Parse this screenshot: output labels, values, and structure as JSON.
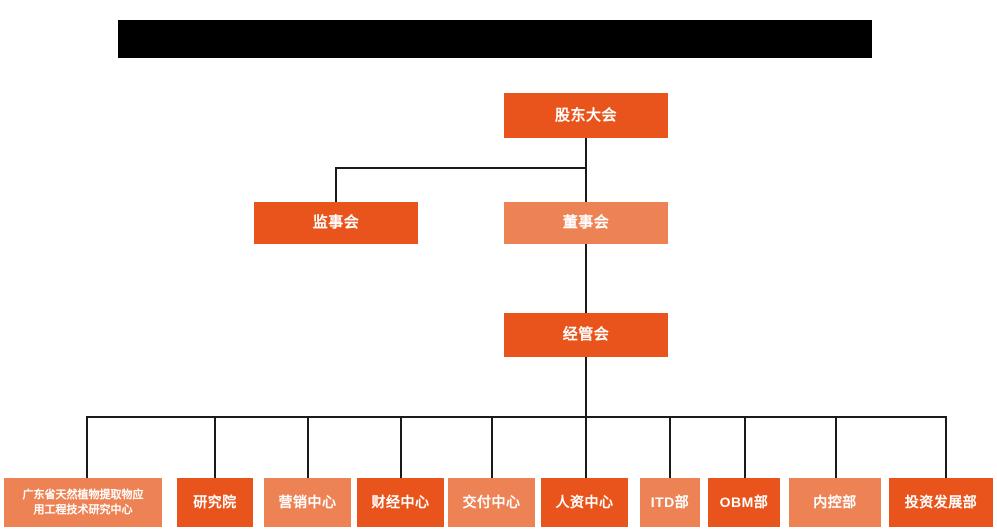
{
  "header": {
    "redacted_bar": "",
    "redacted": true
  },
  "colors": {
    "primary_orange": "#E8541B",
    "light_orange": "#ED8255",
    "line": "#1A1A1A",
    "background": "#FFFFFF",
    "redaction": "#000000",
    "text": "#FFFFFF"
  },
  "chart_type": "organization-chart",
  "levels": [
    {
      "level": 1,
      "nodes": [
        {
          "id": "shareholders",
          "label": "股东大会",
          "color": "primary_orange"
        }
      ]
    },
    {
      "level": 2,
      "nodes": [
        {
          "id": "supervisors",
          "label": "监事会",
          "color": "primary_orange"
        },
        {
          "id": "directors",
          "label": "董事会",
          "color": "light_orange"
        }
      ]
    },
    {
      "level": 3,
      "nodes": [
        {
          "id": "management",
          "label": "经管会",
          "color": "primary_orange"
        }
      ]
    },
    {
      "level": 4,
      "nodes": [
        {
          "id": "research-center",
          "label": "广东省天然植物提取物应用工程技术研究中心",
          "color": "light_orange"
        },
        {
          "id": "research-institute",
          "label": "研究院",
          "color": "primary_orange"
        },
        {
          "id": "marketing-center",
          "label": "营销中心",
          "color": "light_orange"
        },
        {
          "id": "finance-center",
          "label": "财经中心",
          "color": "primary_orange"
        },
        {
          "id": "delivery-center",
          "label": "交付中心",
          "color": "light_orange"
        },
        {
          "id": "hr-center",
          "label": "人资中心",
          "color": "primary_orange"
        },
        {
          "id": "itd-dept",
          "label": "ITD部",
          "color": "light_orange"
        },
        {
          "id": "obm-dept",
          "label": "OBM部",
          "color": "primary_orange"
        },
        {
          "id": "internal-control-dept",
          "label": "内控部",
          "color": "light_orange"
        },
        {
          "id": "investment-development-dept",
          "label": "投资发展部",
          "color": "primary_orange"
        }
      ]
    }
  ],
  "nodes": {
    "shareholders": "股东大会",
    "supervisors": "监事会",
    "directors": "董事会",
    "management": "经管会",
    "research_center": "广东省天然植物提取物应用工程技术研究中心",
    "research_center_line1": "广东省天然植物提取物应",
    "research_center_line2": "用工程技术研究中心",
    "research_institute": "研究院",
    "marketing_center": "营销中心",
    "finance_center": "财经中心",
    "delivery_center": "交付中心",
    "hr_center": "人资中心",
    "itd_dept": "ITD部",
    "obm_dept": "OBM部",
    "internal_control_dept": "内控部",
    "investment_development_dept": "投资发展部"
  }
}
